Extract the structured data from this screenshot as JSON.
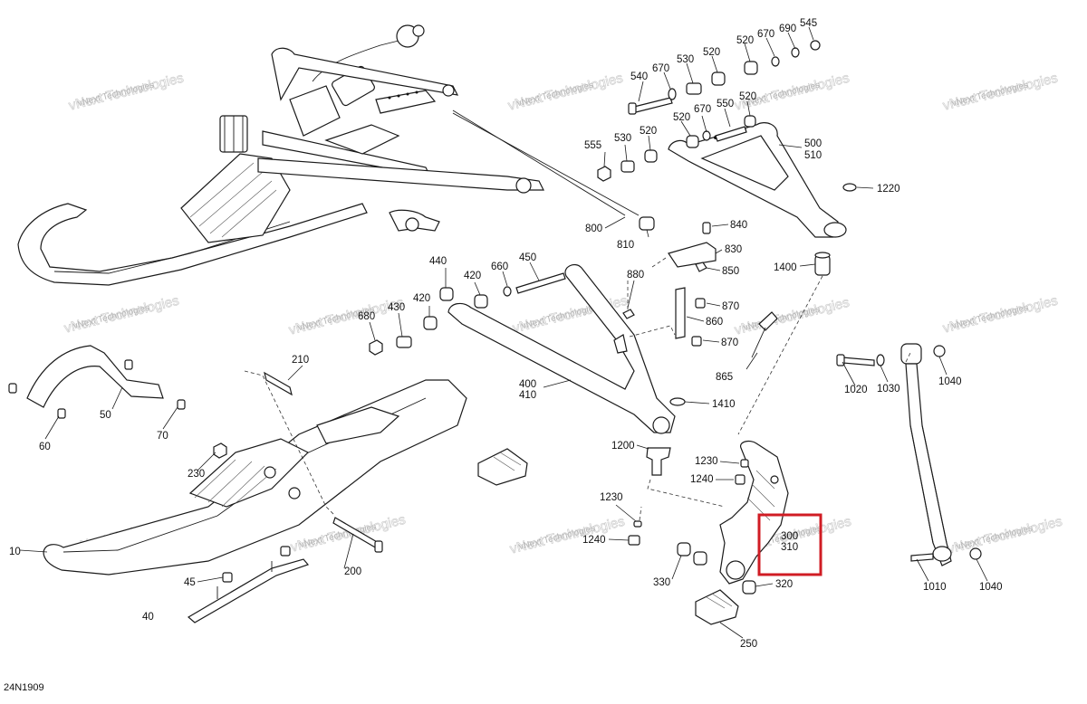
{
  "diagram": {
    "code": "24N1909",
    "watermark": "vNext Technologies",
    "highlight_color": "#d01c24",
    "callouts": [
      "10",
      "40",
      "45",
      "50",
      "60",
      "70",
      "200",
      "210",
      "230",
      "250",
      "300",
      "310",
      "320",
      "330",
      "400",
      "410",
      "420",
      "420b",
      "430",
      "440",
      "450",
      "500",
      "510",
      "520",
      "520b",
      "520c",
      "520d",
      "530",
      "530b",
      "540",
      "545",
      "550",
      "555",
      "660",
      "670",
      "670b",
      "680",
      "690",
      "800",
      "810",
      "830",
      "840",
      "850",
      "860",
      "865",
      "870",
      "870b",
      "880",
      "1010",
      "1020",
      "1030",
      "1040",
      "1040b",
      "1200",
      "1220",
      "1230",
      "1230b",
      "1240",
      "1240b",
      "1400",
      "1410"
    ],
    "labels": {
      "10": "10",
      "40": "40",
      "45": "45",
      "50": "50",
      "60": "60",
      "70": "70",
      "200": "200",
      "210": "210",
      "230": "230",
      "250": "250",
      "300": "300",
      "310": "310",
      "320": "320",
      "330": "330",
      "400": "400",
      "410": "410",
      "420": "420",
      "420b": "420",
      "430": "430",
      "440": "440",
      "450": "450",
      "500": "500",
      "510": "510",
      "520": "520",
      "520b": "520",
      "520c": "520",
      "520d": "520",
      "530": "530",
      "530b": "530",
      "540": "540",
      "545": "545",
      "550": "550",
      "555": "555",
      "660": "660",
      "670": "670",
      "670b": "670",
      "680": "680",
      "690": "690",
      "800": "800",
      "810": "810",
      "830": "830",
      "840": "840",
      "850": "850",
      "860": "860",
      "865": "865",
      "870": "870",
      "870b": "870",
      "880": "880",
      "1010": "1010",
      "1020": "1020",
      "1030": "1030",
      "1040": "1040",
      "1040b": "1040",
      "1200": "1200",
      "1220": "1220",
      "1230": "1230",
      "1230b": "1230",
      "1240": "1240",
      "1240b": "1240",
      "1400": "1400",
      "1410": "1410"
    }
  }
}
